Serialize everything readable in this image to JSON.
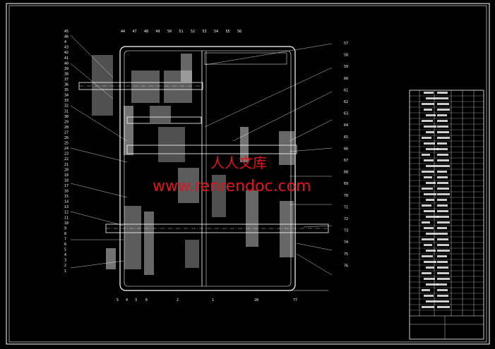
{
  "drawing": {
    "top_labels": [
      "44",
      "47",
      "48",
      "49",
      "50",
      "51",
      "52",
      "53",
      "54",
      "55",
      "56"
    ],
    "left_labels": [
      "45",
      "46",
      "4",
      "43",
      "42",
      "41",
      "40",
      "39",
      "38",
      "37",
      "36",
      "35",
      "34",
      "33",
      "32",
      "31",
      "30",
      "29",
      "28",
      "27",
      "26",
      "25",
      "24",
      "23",
      "22",
      "21",
      "20",
      "19",
      "18",
      "17",
      "16",
      "15",
      "14",
      "13",
      "12",
      "11",
      "10",
      "9",
      "8",
      "7",
      "6",
      "5",
      "4",
      "3",
      "2",
      "1"
    ],
    "right_labels": [
      "57",
      "58",
      "59",
      "60",
      "61",
      "62",
      "63",
      "64",
      "65",
      "66",
      "67",
      "68",
      "69",
      "70",
      "71",
      "72",
      "73",
      "74",
      "75",
      "76"
    ],
    "bottom_labels": [
      "5",
      "4",
      "3",
      "6",
      "2",
      "1",
      "28",
      "77"
    ]
  },
  "watermark": {
    "cn": "人人文库",
    "url": "www.renrendoc.com"
  },
  "colors": {
    "background": "#000000",
    "lines": "#ffffff",
    "watermark": "#e0151c"
  }
}
